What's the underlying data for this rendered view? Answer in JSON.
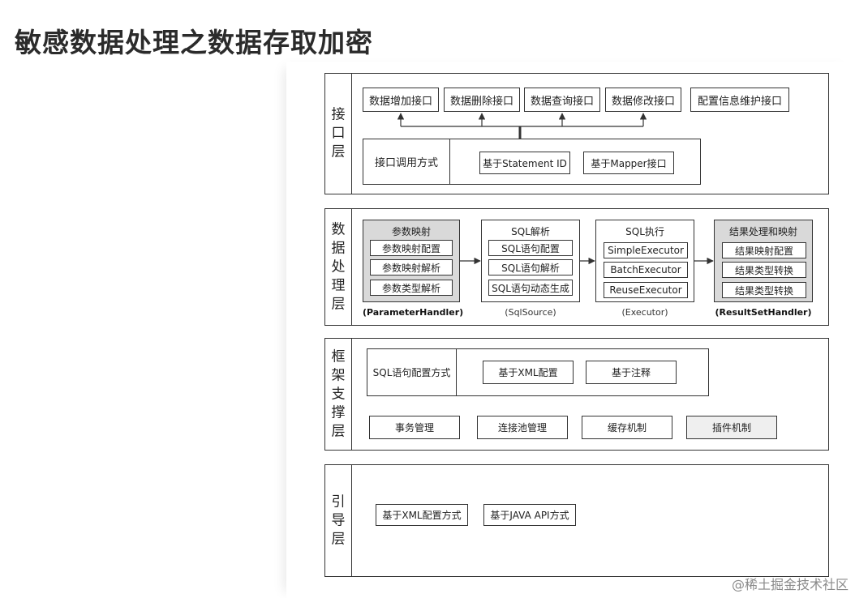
{
  "page_title": "敏感数据处理之数据存取加密",
  "watermark": "@稀土掘金技术社区",
  "layers": {
    "interface": {
      "label": "接口层",
      "apis": [
        "数据增加接口",
        "数据删除接口",
        "数据查询接口",
        "数据修改接口",
        "配置信息维护接口"
      ],
      "call_label": "接口调用方式",
      "call_options": [
        "基于Statement ID",
        "基于Mapper接口"
      ]
    },
    "data_processing": {
      "label": "数据处理层",
      "groups": [
        {
          "title": "参数映射",
          "items": [
            "参数映射配置",
            "参数映射解析",
            "参数类型解析"
          ],
          "caption": "(ParameterHandler)"
        },
        {
          "title": "SQL解析",
          "items": [
            "SQL语句配置",
            "SQL语句解析",
            "SQL语句动态生成"
          ],
          "caption": "(SqlSource)"
        },
        {
          "title": "SQL执行",
          "items": [
            "SimpleExecutor",
            "BatchExecutor",
            "ReuseExecutor"
          ],
          "caption": "(Executor)"
        },
        {
          "title": "结果处理和映射",
          "items": [
            "结果映射配置",
            "结果类型转换",
            "结果类型转换"
          ],
          "caption": "(ResultSetHandler)"
        }
      ]
    },
    "framework": {
      "label": "框架支撑层",
      "sql_config_label": "SQL语句配置方式",
      "sql_config_options": [
        "基于XML配置",
        "基于注释"
      ],
      "components": [
        "事务管理",
        "连接池管理",
        "缓存机制",
        "插件机制"
      ]
    },
    "bootstrap": {
      "label": "引导层",
      "options": [
        "基于XML配置方式",
        "基于JAVA API方式"
      ]
    }
  }
}
